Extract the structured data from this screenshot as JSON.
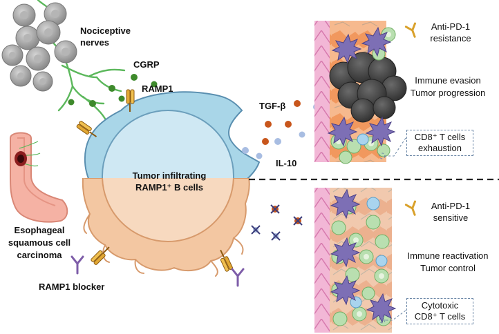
{
  "labels": {
    "nociceptive": [
      "Nociceptive",
      "nerves"
    ],
    "cgrp": "CGRP",
    "ramp1": "RAMP1",
    "tgfb": "TGF-β",
    "il10": "IL-10",
    "b_cell": [
      "Tumor infiltrating",
      "RAMP1⁺ B cells"
    ],
    "escc": [
      "Esophageal",
      "squamous cell",
      "carcinoma"
    ],
    "blocker": "RAMP1 blocker",
    "resistance": [
      "Anti-PD-1",
      "resistance"
    ],
    "evasion": [
      "Immune evasion",
      "Tumor progression"
    ],
    "exhaustion_box": [
      "CD8⁺ T cells",
      "exhaustion"
    ],
    "sensitive": [
      "Anti-PD-1",
      "sensitive"
    ],
    "reactivation": [
      "Immune reactivation",
      "Tumor control"
    ],
    "cytotoxic_box": [
      "Cytotoxic",
      "CD8⁺ T cells"
    ]
  },
  "colors": {
    "neuron": "#9a9a9a",
    "nerve_fiber": "#5cb85c",
    "cgrp_dot": "#3e8a2c",
    "receptor": "#d9a12b",
    "blocker": "#7d5ca8",
    "bcell_top": "#a9d6e8",
    "bcell_bottom": "#f3c7a2",
    "tgfb_dot": "#c8561c",
    "il10_dot": "#a8bde2",
    "tumor": "#4a4a4a",
    "tissue_pink": "#e7a3c9",
    "tissue_orange": "#f29a5e",
    "tcell_green": "#b9dfb0",
    "tcell_blue": "#a9d4ee",
    "dendritic": "#7d6fb5"
  }
}
